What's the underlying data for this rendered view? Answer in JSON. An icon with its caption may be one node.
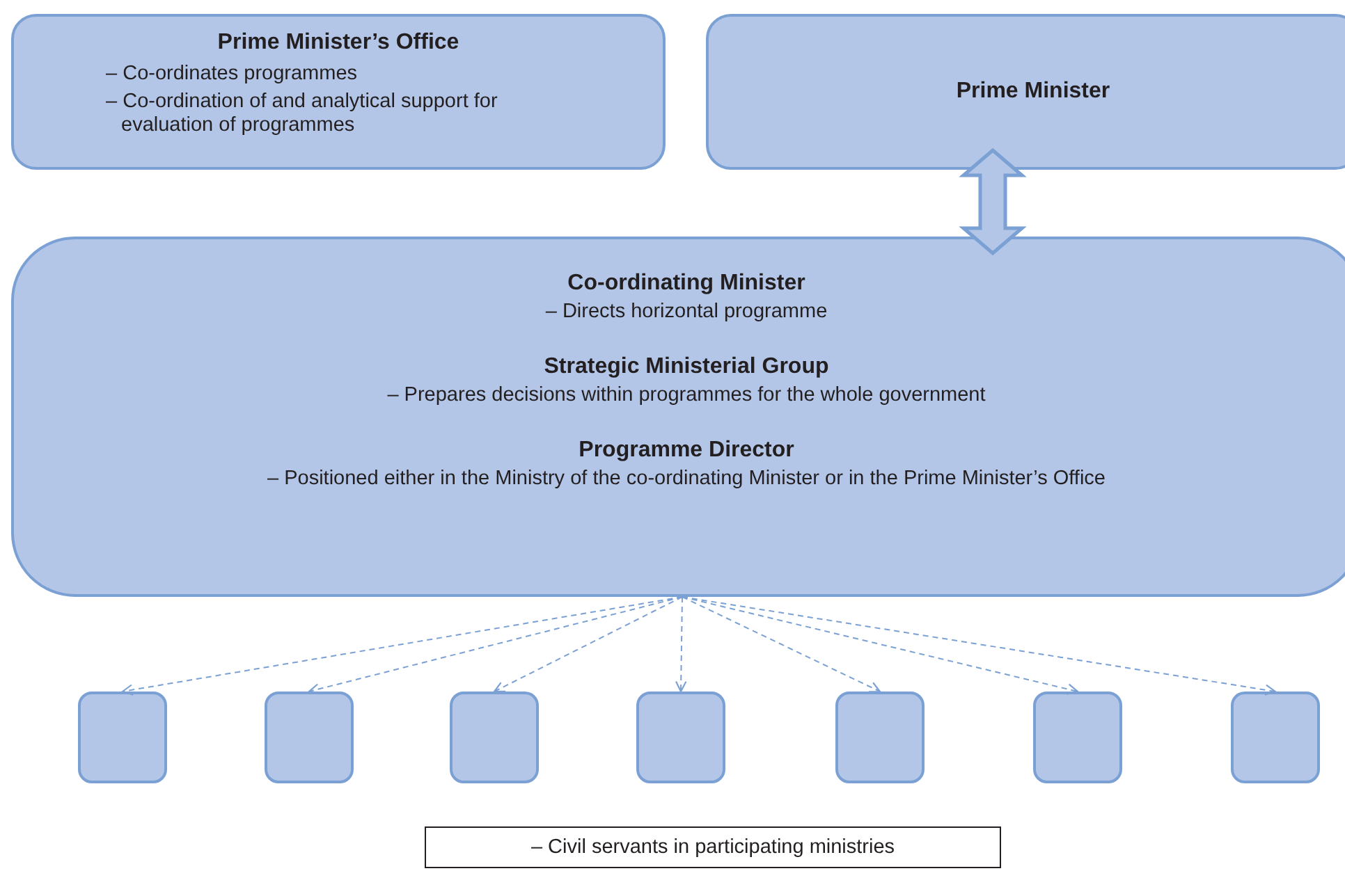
{
  "diagram": {
    "nodes": [
      {
        "text": [
          "Prime Minister’s Office",
          "– Co-ordinates programmes",
          "– Co-ordination of and analytical support for evaluation of programmes"
        ]
      },
      {
        "text": [
          "Prime Minister"
        ]
      },
      {
        "text": [
          "Co-ordinating Minister",
          "– Directs horizontal programme",
          "Strategic Ministerial Group",
          "– Prepares decisions within programmes for the whole government",
          "Programme Director",
          "– Positioned either in the Ministry of the co-ordinating Minister or in the Prime Minister’s Office"
        ]
      },
      {
        "text": [],
        "shape": "box"
      },
      {
        "text": [],
        "shape": "box"
      },
      {
        "text": [],
        "shape": "box"
      },
      {
        "text": [],
        "shape": "box"
      },
      {
        "text": [],
        "shape": "box"
      },
      {
        "text": [],
        "shape": "box"
      },
      {
        "text": [],
        "shape": "box"
      },
      {
        "text": [
          "– Civil servants in participating ministries"
        ]
      }
    ],
    "edges": [
      {
        "from": 1,
        "to": 2,
        "arrow": "both",
        "style": "thick"
      },
      {
        "from": 2,
        "to": 3,
        "arrow": "to",
        "style": "dashed"
      },
      {
        "from": 2,
        "to": 4,
        "arrow": "to",
        "style": "dashed"
      },
      {
        "from": 2,
        "to": 5,
        "arrow": "to",
        "style": "dashed"
      },
      {
        "from": 2,
        "to": 6,
        "arrow": "to",
        "style": "dashed"
      },
      {
        "from": 2,
        "to": 7,
        "arrow": "to",
        "style": "dashed"
      },
      {
        "from": 2,
        "to": 8,
        "arrow": "to",
        "style": "dashed"
      },
      {
        "from": 2,
        "to": 9,
        "arrow": "to",
        "style": "dashed"
      }
    ]
  }
}
